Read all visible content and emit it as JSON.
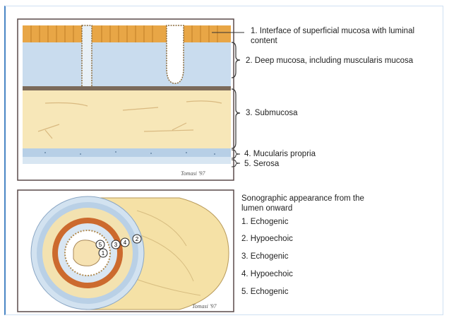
{
  "top_diagram": {
    "labels": [
      {
        "text": "1. Interface of superficial mucosa with luminal content"
      },
      {
        "text": "2. Deep mucosa, including muscularis mucosa"
      },
      {
        "text": "3. Submucosa"
      },
      {
        "text": "4. Mucularis propria"
      },
      {
        "text": "5. Serosa"
      }
    ],
    "signature": "Tomasi '97"
  },
  "bottom_diagram": {
    "heading": "Sonographic appearance from the lumen onward",
    "items": [
      {
        "text": "1. Echogenic"
      },
      {
        "text": "2. Hypoechoic"
      },
      {
        "text": "3. Echogenic"
      },
      {
        "text": "4. Hypoechoic"
      },
      {
        "text": "5. Echogenic"
      }
    ],
    "markers": [
      "1",
      "2",
      "3",
      "4",
      "5"
    ],
    "signature": "Tomasi '97"
  }
}
